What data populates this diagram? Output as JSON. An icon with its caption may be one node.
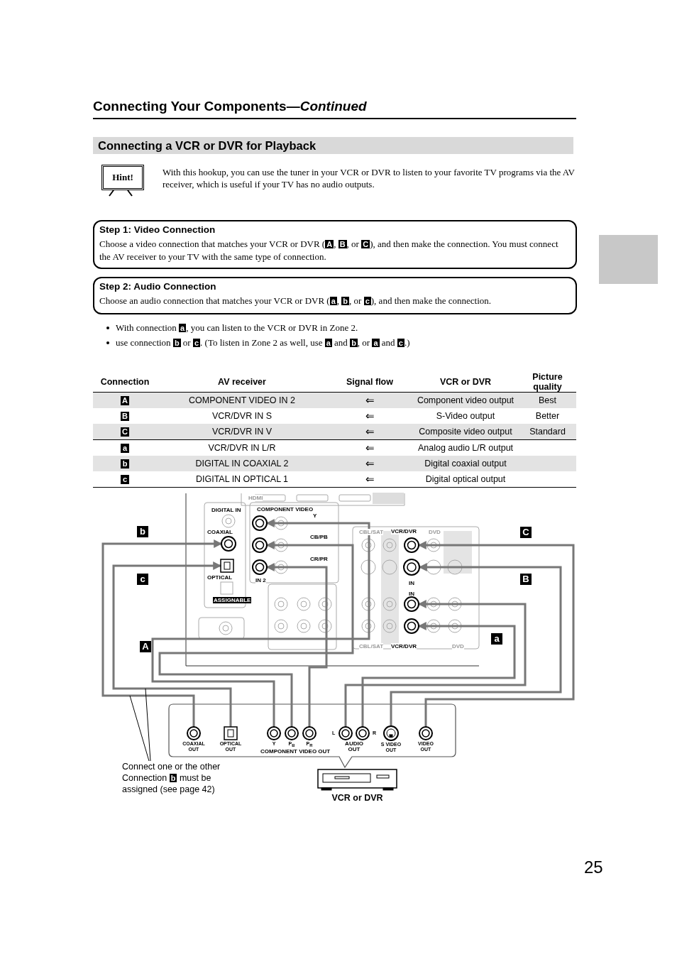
{
  "diagram": {
    "title": "Connecting Your Components—*Continued*",
    "nodes": [
      {
        "text": [],
        "shape": "circle"
      },
      {
        "text": [],
        "shape": "box"
      },
      {
        "text": [],
        "shape": "circle"
      },
      {
        "text": [],
        "shape": "circle"
      },
      {
        "text": [],
        "shape": "circle"
      },
      {
        "text": [],
        "shape": "circle"
      },
      {
        "text": [],
        "shape": "circle"
      },
      {
        "text": [],
        "shape": "circle"
      },
      {
        "text": [],
        "shape": "circle"
      },
      {
        "text": [
          "COAXIAL OUT"
        ]
      },
      {
        "text": [
          "OPTICAL OUT"
        ]
      },
      {
        "text": [
          "Y"
        ]
      },
      {
        "text": [
          "P$_{B}$"
        ]
      },
      {
        "text": [
          "P$_{R}$"
        ]
      },
      {
        "text": [
          "L"
        ]
      },
      {
        "text": [
          "R"
        ]
      },
      {
        "text": [
          "S VIDEO OUT"
        ]
      },
      {
        "text": [
          "VIDEO OUT"
        ]
      },
      {
        "text": [
          "VCR or DVR"
        ]
      },
      {
        "text": [
          "Connect one or the other Connection **b** must be assigned (see page 42)"
        ]
      },
      {
        "text": [],
        "shape": "box"
      }
    ],
    "edges": [
      {
        "from": 9,
        "to": 0,
        "arrow": "to",
        "label": "b"
      },
      {
        "from": 10,
        "to": 1,
        "arrow": "to",
        "label": "c"
      },
      {
        "from": 11,
        "to": 2,
        "arrow": "to",
        "label": "A"
      },
      {
        "from": 12,
        "to": 3,
        "arrow": "to"
      },
      {
        "from": 13,
        "to": 4,
        "arrow": "to"
      },
      {
        "from": 14,
        "to": 7,
        "arrow": "to",
        "label": "a"
      },
      {
        "from": 15,
        "to": 8,
        "arrow": "to"
      },
      {
        "from": 16,
        "to": 6,
        "arrow": "to",
        "label": "B"
      },
      {
        "from": 17,
        "to": 5,
        "arrow": "to",
        "label": "C"
      },
      {
        "from": 19,
        "to": null,
        "arrow": "none",
        "color": "#000000"
      },
      {
        "from": 19,
        "to": null,
        "arrow": "none",
        "color": "#000000"
      }
    ],
    "labels": [
      "Connecting a VCR or DVR for Playback",
      "Hint!",
      "With this hookup, you can use the tuner in your VCR or DVR to listen to your favorite TV programs via the AV receiver, which is useful if your TV has no audio outputs.",
      "Step 1: Video Connection",
      "Choose a video connection that matches your VCR or DVR (**A**, **B**, or **C**), and then make the connection. You must connect the AV receiver to your TV with the same type of connection.",
      "Step 2: Audio Connection",
      "Choose an audio connection that matches your VCR or DVR (**a**, **b**, or **c**), and then make the connection.",
      "With connection **a**, you can listen to the VCR or DVR in Zone 2.",
      "use connection **b** or **c**. (To listen in Zone 2 as well, use **a** and **b**, or **a** and **c**.)",
      "Connection",
      "AV receiver",
      "Signal flow",
      "VCR or DVR",
      "Picture quality",
      "A",
      "COMPONENT VIDEO IN 2",
      "⇐",
      "Component video output",
      "Best",
      "B",
      "VCR/DVR IN S",
      "⇐",
      "S-Video output",
      "Better",
      "C",
      "VCR/DVR IN V",
      "⇐",
      "Composite video output",
      "Standard",
      "a",
      "VCR/DVR IN L/R",
      "⇐",
      "Analog audio L/R output",
      "b",
      "DIGITAL IN COAXIAL 2",
      "⇐",
      "Digital coaxial output",
      "c",
      "DIGITAL IN OPTICAL 1",
      "⇐",
      "Digital optical output",
      "25",
      "HDMI",
      "DIGITAL IN",
      "COAXIAL",
      "OPTICAL",
      "ASSIGNABLE",
      "COMPONENT VIDEO",
      "Y",
      "CB/PB",
      "CR/PR",
      "IN 2",
      "CBL/SAT",
      "VCR/DVR",
      "DVD",
      "IN",
      "IN",
      "CBL/SAT",
      "VCR/DVR",
      "DVD",
      "COMPONENT VIDEO OUT",
      "AUDIO OUT"
    ]
  }
}
